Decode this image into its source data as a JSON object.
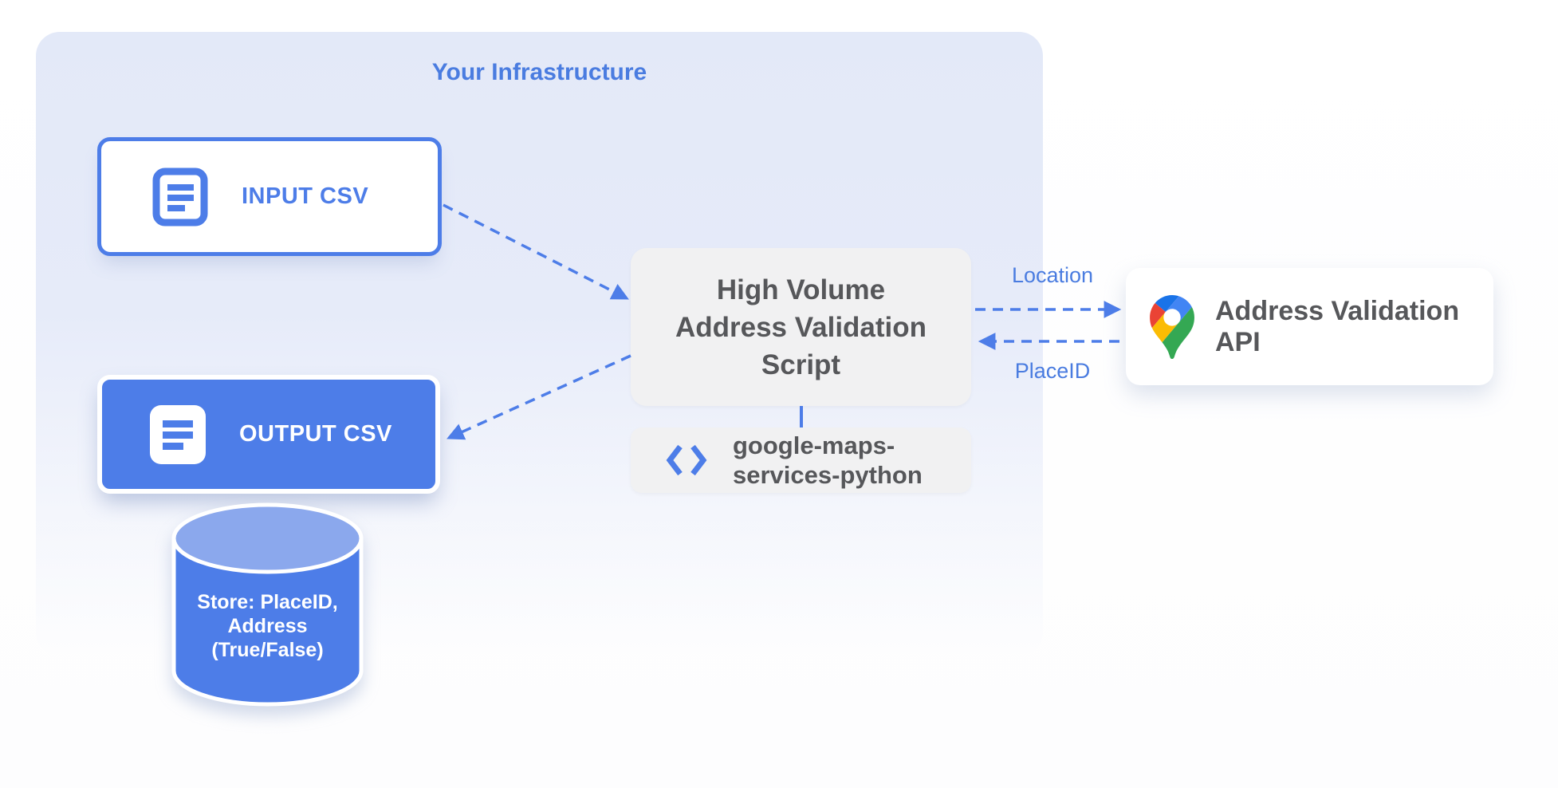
{
  "infrastructure": {
    "title": "Your Infrastructure"
  },
  "nodes": {
    "input_csv": {
      "label": "INPUT CSV",
      "icon": "document-lines-icon"
    },
    "output_csv": {
      "label": "OUTPUT CSV",
      "icon": "document-lines-icon"
    },
    "datastore": {
      "line1": "Store: PlaceID,",
      "line2": "Address",
      "line3": "(True/False)",
      "shape": "database-cylinder"
    },
    "script": {
      "line1": "High Volume",
      "line2": "Address Validation",
      "line3": "Script"
    },
    "library": {
      "line1": "google-maps-",
      "line2": "services-python",
      "icon": "code-brackets-icon"
    },
    "api": {
      "label": "Address Validation API",
      "icon": "google-maps-pin-icon"
    }
  },
  "edges": {
    "location": {
      "label": "Location",
      "direction": "script-to-api"
    },
    "placeid": {
      "label": "PlaceID",
      "direction": "api-to-script"
    }
  },
  "colors": {
    "accent_blue": "#4d7de8",
    "label_blue": "#4a7ce0",
    "cylinder_top_blue": "#8ba8ed",
    "container_lavender": "#e4e9f8",
    "box_gray": "#f1f1f2",
    "text_gray": "#56575a",
    "pin_blue_dark": "#1a73e8",
    "pin_blue": "#4285f4",
    "pin_red": "#ea4335",
    "pin_yellow": "#fbbc04",
    "pin_green": "#34a853"
  }
}
